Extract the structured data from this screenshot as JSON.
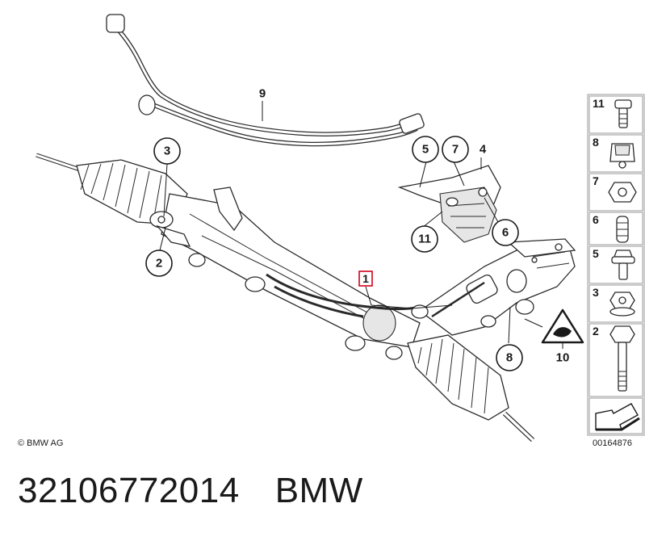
{
  "diagram": {
    "main_callouts": [
      "1",
      "2",
      "3",
      "4",
      "5",
      "6",
      "7",
      "8",
      "9",
      "10",
      "11"
    ],
    "side_panel": [
      {
        "num": "11",
        "icon": "short-bolt-icon"
      },
      {
        "num": "8",
        "icon": "clip-nut-icon"
      },
      {
        "num": "7",
        "icon": "hex-nut-icon"
      },
      {
        "num": "6",
        "icon": "rubber-bushing-icon"
      },
      {
        "num": "5",
        "icon": "flange-bolt-icon"
      },
      {
        "num": "3",
        "icon": "collar-nut-icon"
      },
      {
        "num": "2",
        "icon": "long-bolt-icon"
      }
    ],
    "copyright": "© BMW AG",
    "diagram_id": "00164876"
  },
  "caption": {
    "part_number": "32106772014",
    "brand": "BMW"
  },
  "colors": {
    "line": "#1a1a1a",
    "highlight_box": "#d0021b"
  }
}
